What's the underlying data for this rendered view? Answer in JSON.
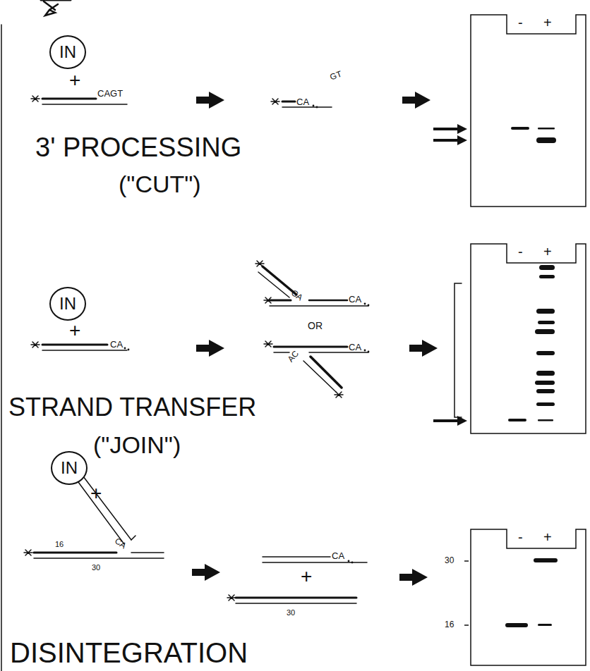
{
  "diagram": {
    "nodes": [
      {
        "text": [
          "IN"
        ]
      },
      {
        "text": [
          "-",
          "+"
        ]
      },
      {
        "text": [
          "IN"
        ]
      },
      {
        "text": [
          "-",
          "+"
        ]
      },
      {
        "text": [
          "IN"
        ]
      },
      {
        "text": [
          "-",
          "+"
        ]
      }
    ],
    "labels": [
      "+",
      "CAGT",
      "CA",
      "GT",
      "3' PROCESSING",
      "(\"CUT\")",
      "+",
      "CA",
      "CA",
      "CA",
      "OR",
      "CA",
      "AC",
      "STRAND TRANSFER",
      "(\"JOIN\")",
      "+",
      "16",
      "CA",
      "30",
      "CA",
      "+",
      "30",
      "30",
      "16",
      "DISINTEGRATION"
    ]
  }
}
